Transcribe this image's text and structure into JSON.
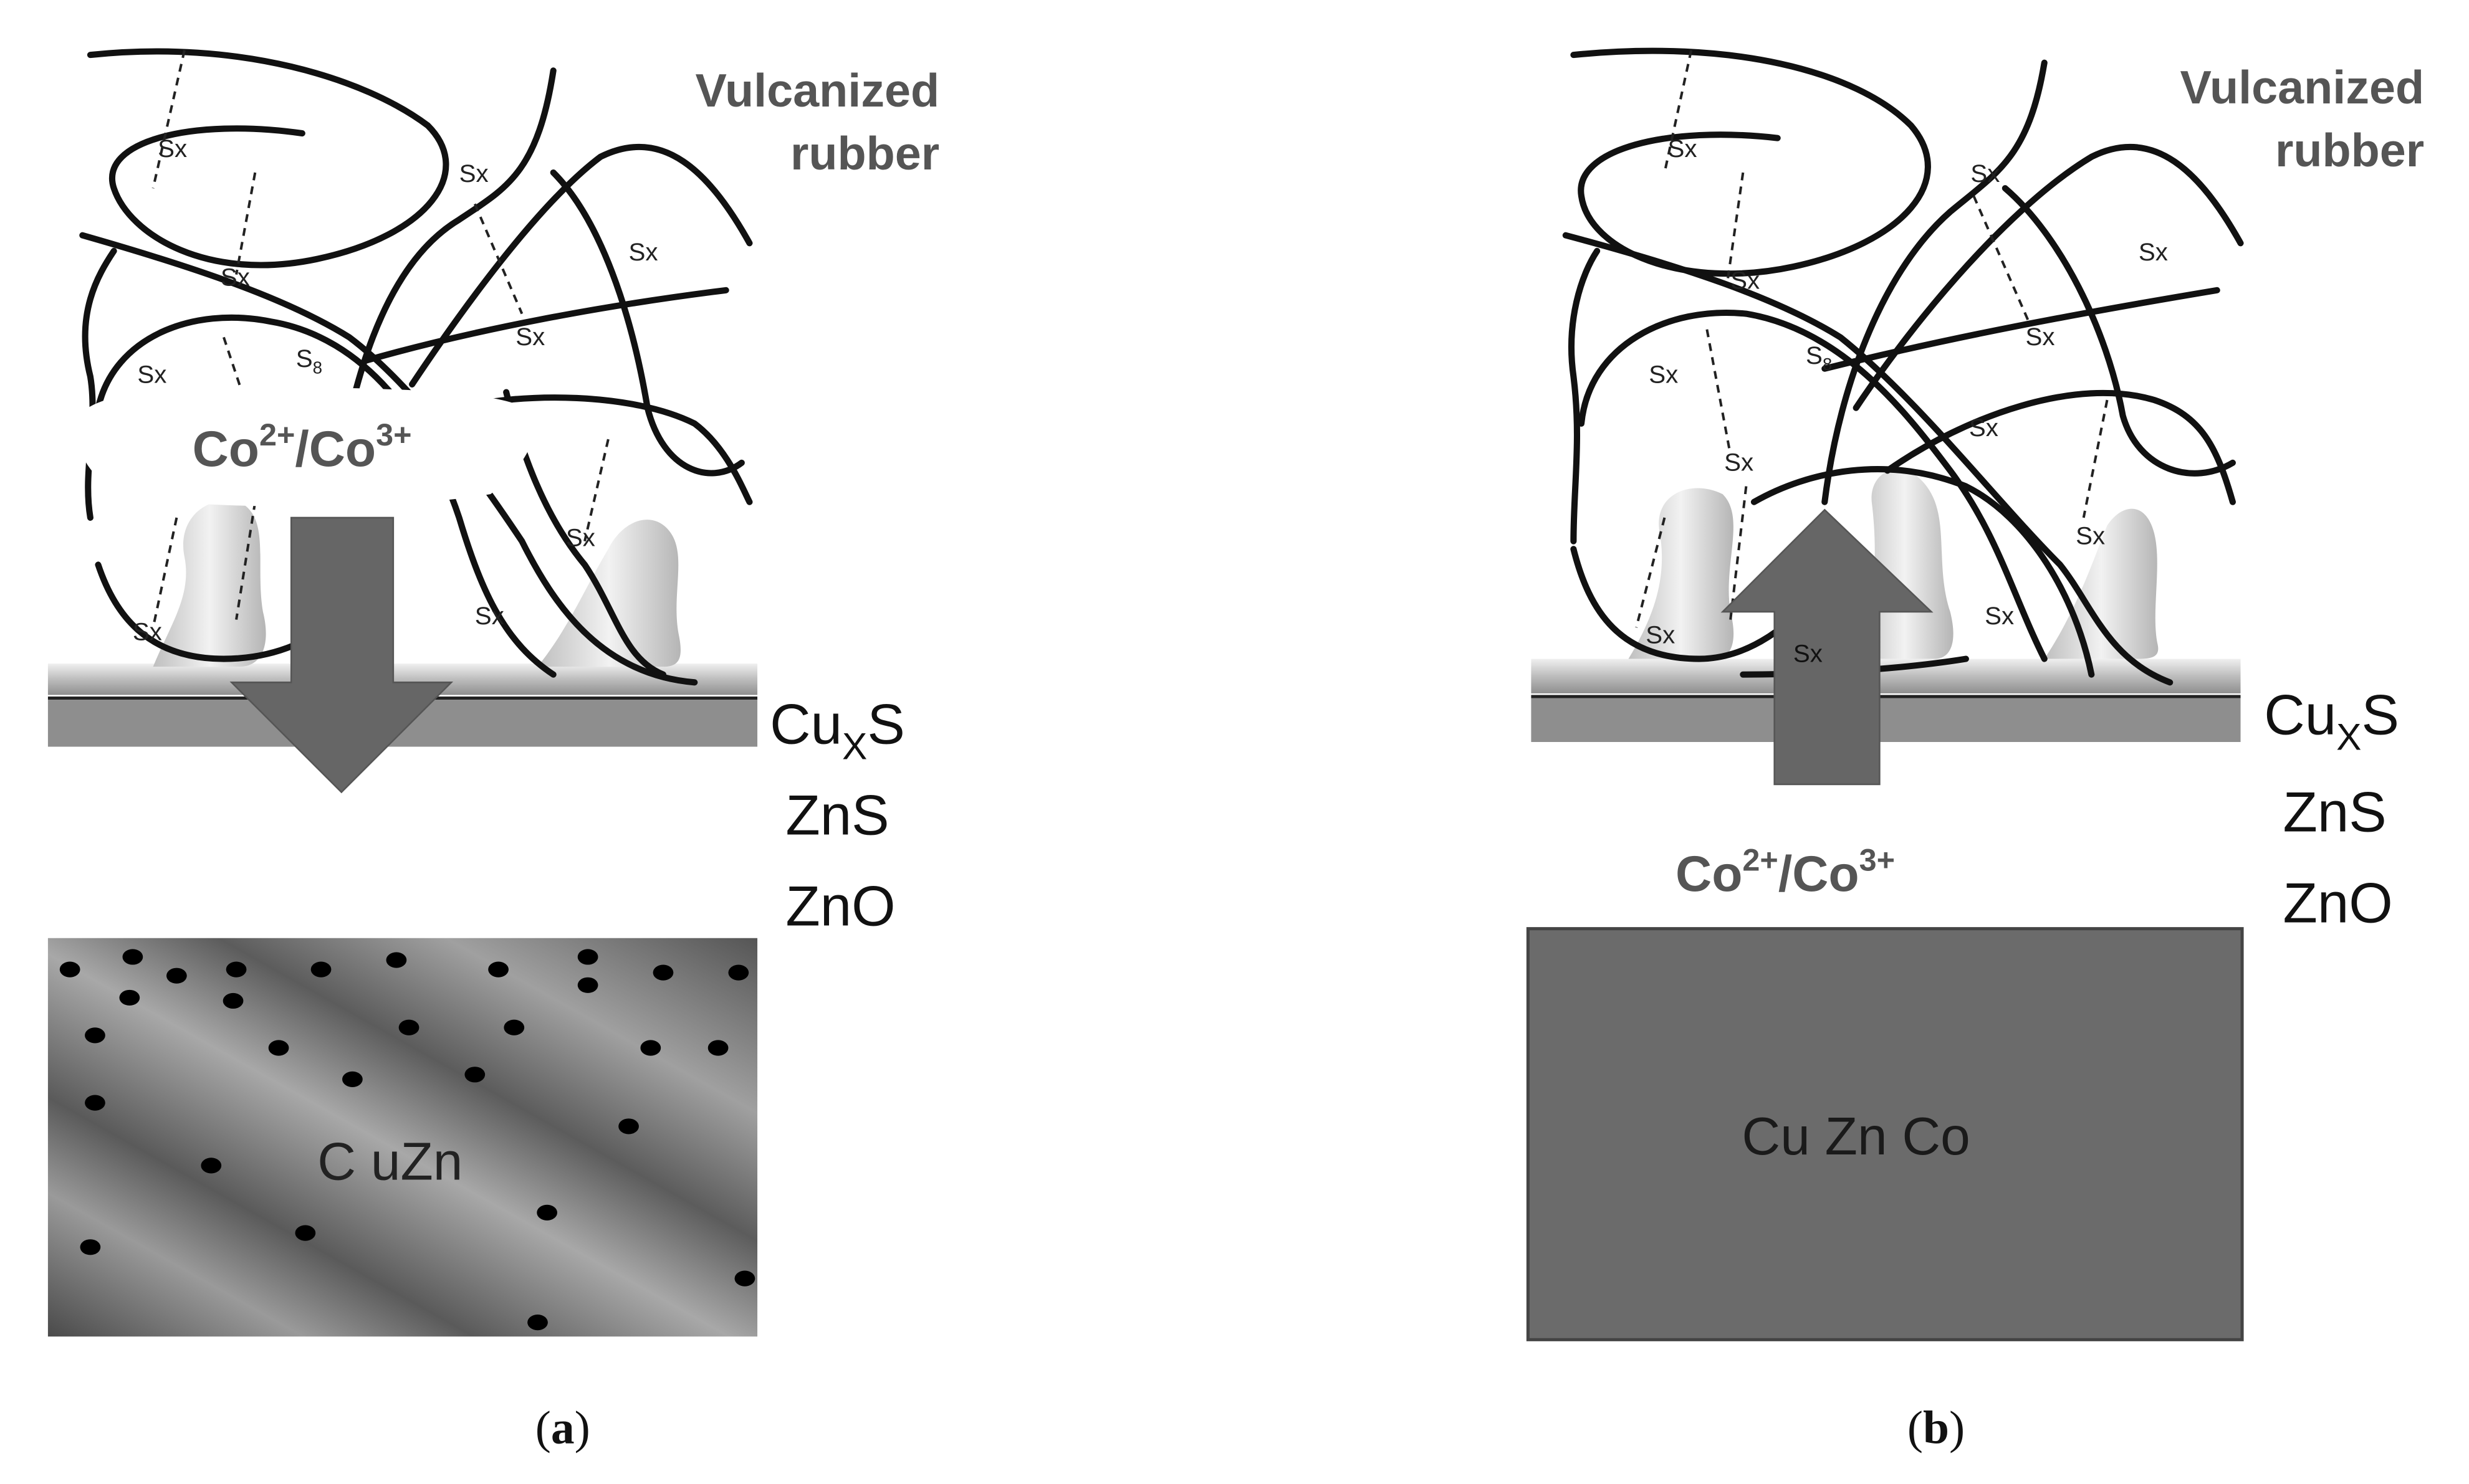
{
  "panels": {
    "a": {
      "caption_open": "(",
      "caption_letter": "a",
      "caption_close": ")",
      "rubber_label_line1": "Vulcanized",
      "rubber_label_line2": "rubber",
      "layer_label_cuxs_main": "Cu",
      "layer_label_cuxs_sub": "X",
      "layer_label_cuxs_end": "S",
      "layer_label_zns": "ZnS",
      "layer_label_zno": "ZnO",
      "ion_label_base1": "Co",
      "ion_label_sup1": "2+",
      "ion_label_mid": "/Co",
      "ion_label_sup2": "3+",
      "substrate_label": "C uZn",
      "arrow_direction": "down",
      "crosslink_sx": "Sx",
      "crosslink_s8": "S",
      "crosslink_s8_sub": "8"
    },
    "b": {
      "caption_open": "(",
      "caption_letter": "b",
      "caption_close": ")",
      "rubber_label_line1": "Vulcanized",
      "rubber_label_line2": "rubber",
      "layer_label_cuxs_main": "Cu",
      "layer_label_cuxs_sub": "X",
      "layer_label_cuxs_end": "S",
      "layer_label_zns": "ZnS",
      "layer_label_zno": "ZnO",
      "ion_label_base1": "Co",
      "ion_label_sup1": "2+",
      "ion_label_mid": "/Co",
      "ion_label_sup2": "3+",
      "substrate_label": "Cu Zn Co",
      "arrow_direction": "up",
      "crosslink_sx": "Sx",
      "crosslink_s8": "S",
      "crosslink_s8_sub": "8"
    }
  },
  "colors": {
    "rubber_chain": "#111111",
    "label_gray": "#555555",
    "arrow_fill": "#666666",
    "substrate_solid": "#6b6b6b",
    "cuxs_layer": "#9a9a9a",
    "layer_top_highlight": "#cfcfcf"
  }
}
